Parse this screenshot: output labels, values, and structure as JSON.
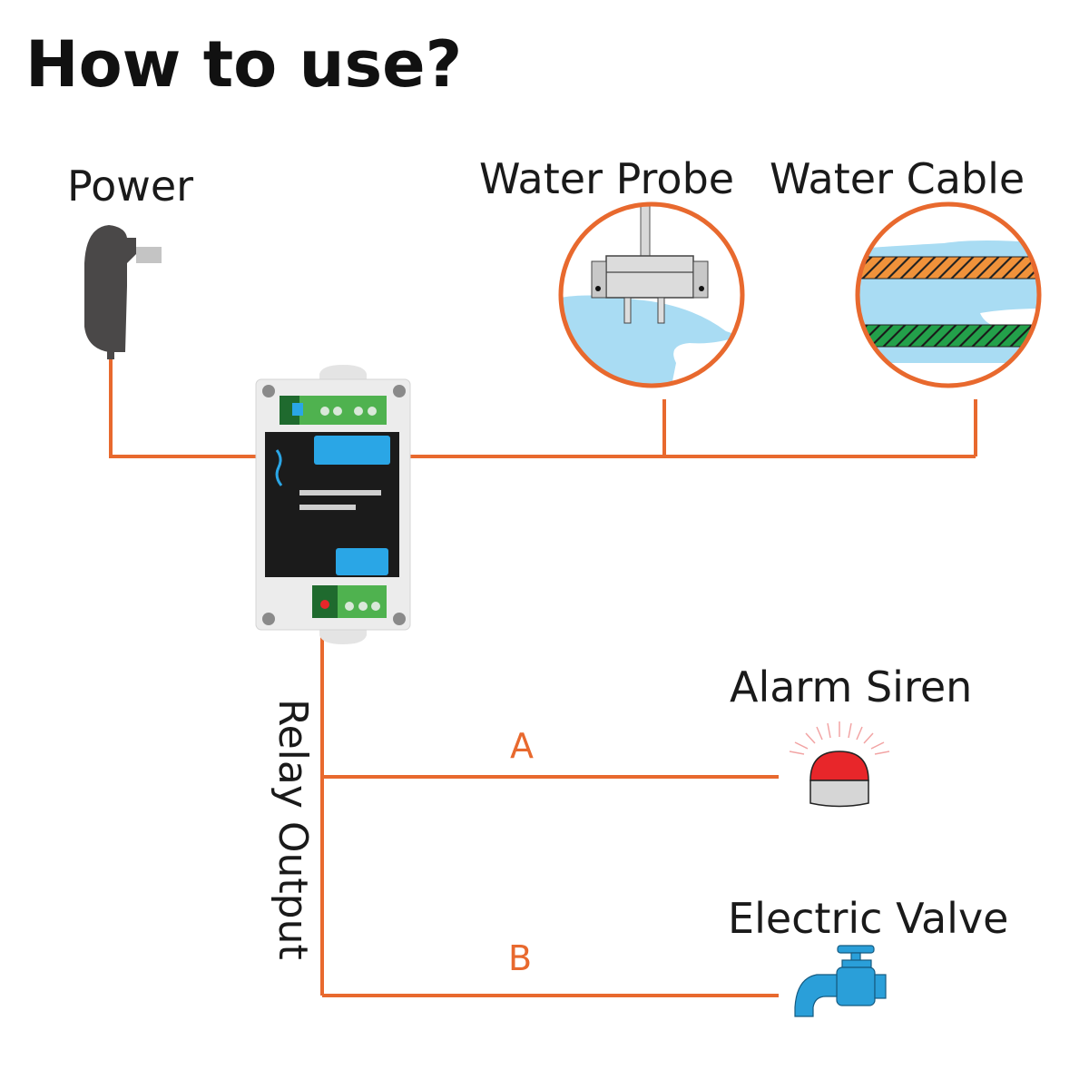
{
  "title": "How to use?",
  "components": {
    "power": {
      "label": "Power",
      "icon": "power-adapter-icon"
    },
    "water_probe": {
      "label": "Water Probe",
      "icon": "water-probe-icon"
    },
    "water_cable": {
      "label": "Water Cable",
      "icon": "water-cable-icon"
    },
    "controller": {
      "icon": "relay-controller-module-icon"
    },
    "alarm_siren": {
      "label": "Alarm Siren",
      "icon": "alarm-siren-icon"
    },
    "electric_valve": {
      "label": "Electric Valve",
      "icon": "water-tap-valve-icon"
    }
  },
  "relay_output": {
    "label": "Relay Output",
    "branches": [
      {
        "id": "A",
        "label": "A",
        "target": "Alarm Siren"
      },
      {
        "id": "B",
        "label": "B",
        "target": "Electric Valve"
      }
    ]
  },
  "colors": {
    "wire": "#e8692e",
    "water": "#a9dcf3",
    "cable_orange": "#f0923a",
    "cable_green": "#23a04a",
    "siren_red": "#e8262a",
    "valve_blue": "#2a9fd9",
    "module_black": "#1b1b1b",
    "module_blue": "#2aa6e6",
    "terminal_green": "#3da64a"
  }
}
